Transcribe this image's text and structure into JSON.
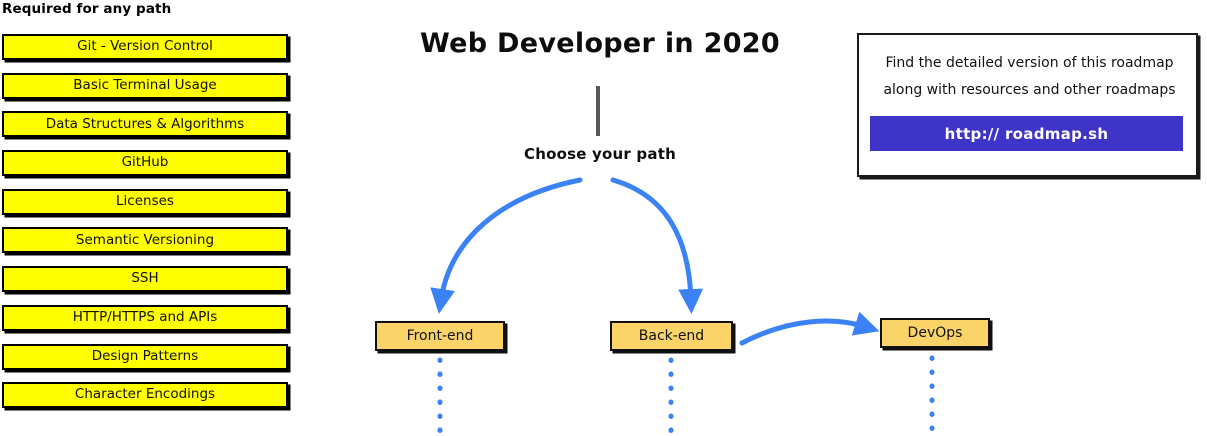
{
  "diagram": {
    "title": "Web Developer in 2020",
    "branch_label": "Choose your path",
    "accent_color": "#3b82f6",
    "box_fill_color": "#fbd469",
    "required_fill_color": "#ffff00",
    "cta_color": "#3f34c8"
  },
  "required_section": {
    "heading": "Required for any path",
    "items": [
      {
        "label": "Git - Version Control"
      },
      {
        "label": "Basic Terminal Usage"
      },
      {
        "label": "Data Structures & Algorithms"
      },
      {
        "label": "GitHub"
      },
      {
        "label": "Licenses"
      },
      {
        "label": "Semantic Versioning"
      },
      {
        "label": "SSH"
      },
      {
        "label": "HTTP/HTTPS and APIs"
      },
      {
        "label": "Design Patterns"
      },
      {
        "label": "Character Encodings"
      }
    ]
  },
  "paths": {
    "frontend": {
      "label": "Front-end"
    },
    "backend": {
      "label": "Back-end"
    },
    "devops": {
      "label": "DevOps"
    }
  },
  "info_card": {
    "line_1": "Find the detailed version of this roadmap",
    "line_2": "along with resources and other roadmaps",
    "cta_label": "http:// roadmap.sh"
  }
}
